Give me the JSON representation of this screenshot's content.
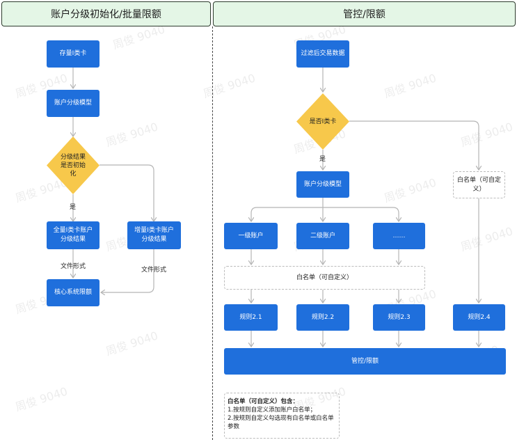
{
  "headers": {
    "left": "账户分级初始化/批量限额",
    "right": "管控/限额"
  },
  "left_flow": {
    "stock_card": "存量I类卡",
    "grading_model": "账户分级模型",
    "decision": "分级结果是否初始化",
    "yes": "是",
    "full_result": "全量I类卡账户分级结果",
    "incremental_result": "增量I类卡账户分级结果",
    "file_form_1": "文件形式",
    "file_form_2": "文件形式",
    "core_limit": "核心系统限额"
  },
  "right_flow": {
    "filtered_data": "过滤后交易数据",
    "decision": "是否I类卡",
    "yes": "是",
    "grading_model": "账户分级模型",
    "level1": "一级账户",
    "level2": "二级账户",
    "level_more": "……",
    "whitelist_custom": "白名单（可自定义）",
    "whitelist_side": "白名单（可自定义）",
    "rule_21": "规则2.1",
    "rule_22": "规则2.2",
    "rule_23": "规则2.3",
    "rule_24": "规则2.4",
    "control_limit": "管控/限额"
  },
  "note": {
    "title": "白名单（可自定义）包含：",
    "line1": "1.按规则自定义添加账户白名单；",
    "line2": "2.按规则自定义勾选现有白名单或白名单参数"
  },
  "watermark": "周俊 9040",
  "colors": {
    "box_blue": "#1f6fdc",
    "diamond_yellow": "#f7c84b",
    "header_green": "#e4f6e6",
    "arrow_gray": "#b5b5b5"
  }
}
